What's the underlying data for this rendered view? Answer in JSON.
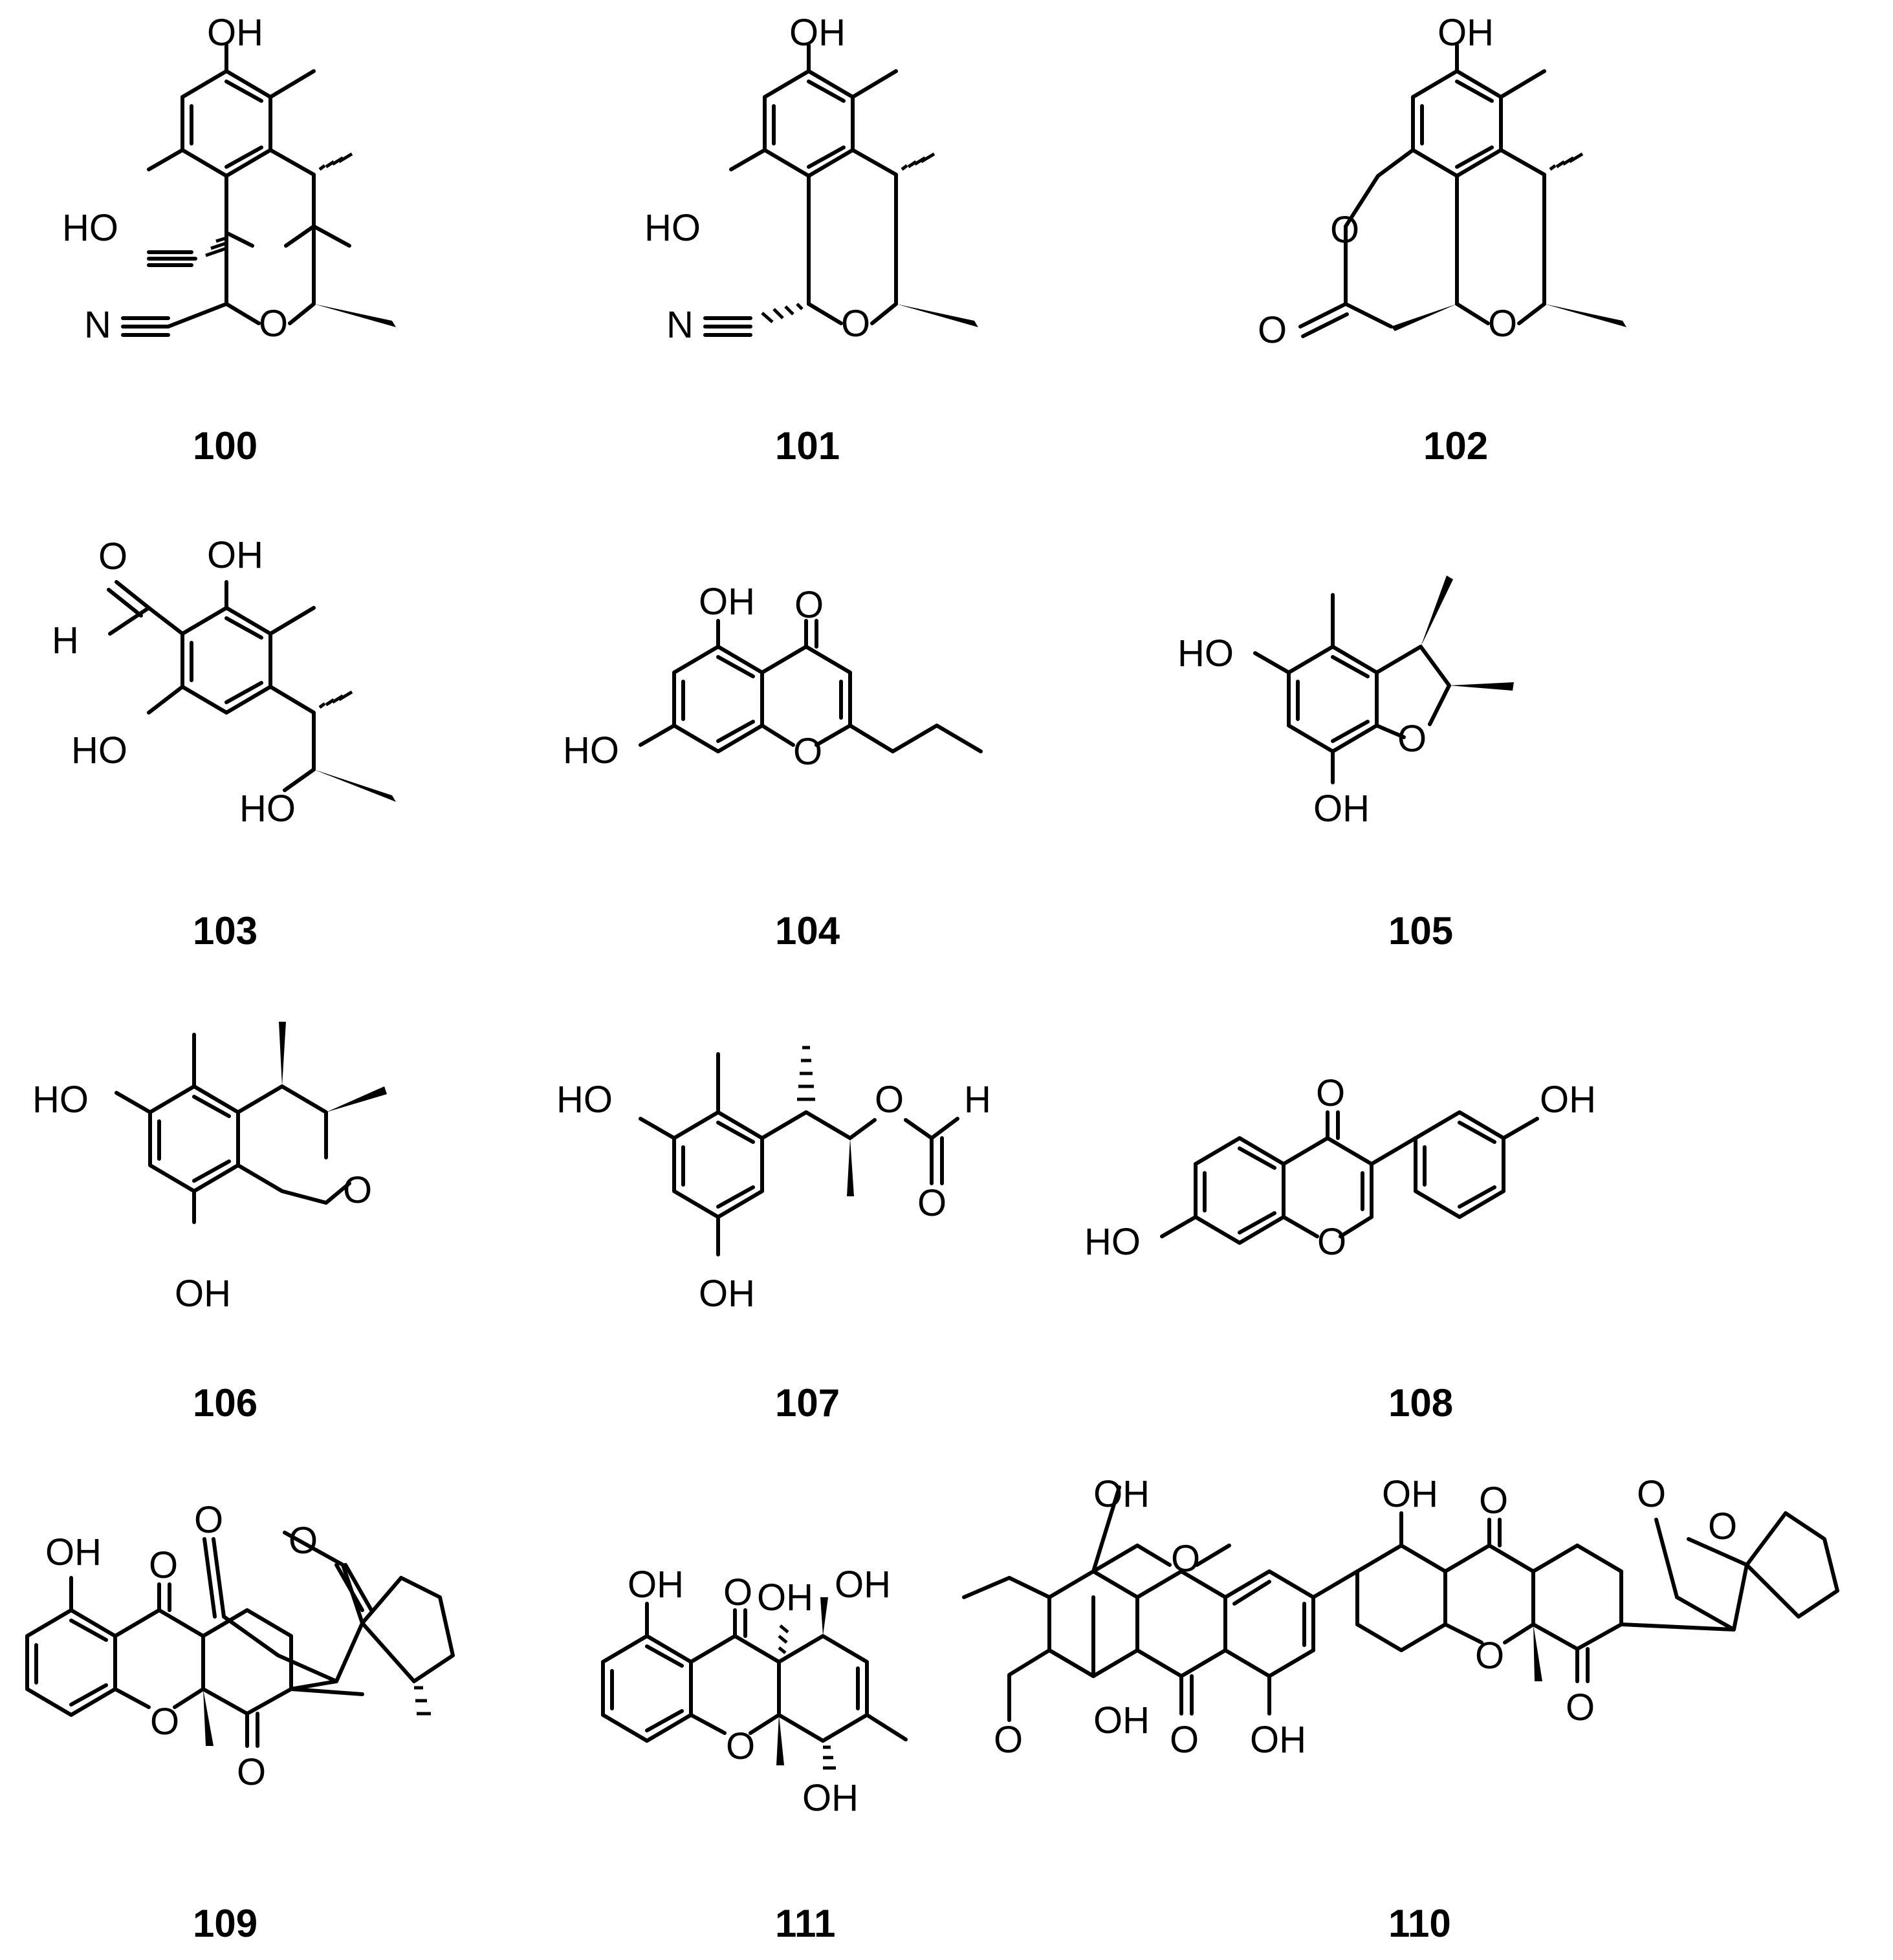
{
  "compounds": [
    {
      "id": "100",
      "label": "100"
    },
    {
      "id": "101",
      "label": "101"
    },
    {
      "id": "102",
      "label": "102"
    },
    {
      "id": "103",
      "label": "103"
    },
    {
      "id": "104",
      "label": "104"
    },
    {
      "id": "105",
      "label": "105"
    },
    {
      "id": "106",
      "label": "106"
    },
    {
      "id": "107",
      "label": "107"
    },
    {
      "id": "108",
      "label": "108"
    },
    {
      "id": "109",
      "label": "109"
    },
    {
      "id": "111",
      "label": "111"
    },
    {
      "id": "110",
      "label": "110"
    }
  ],
  "atoms": {
    "oh": "OH",
    "ho": "HO",
    "o": "O",
    "n": "N",
    "h": "H"
  }
}
